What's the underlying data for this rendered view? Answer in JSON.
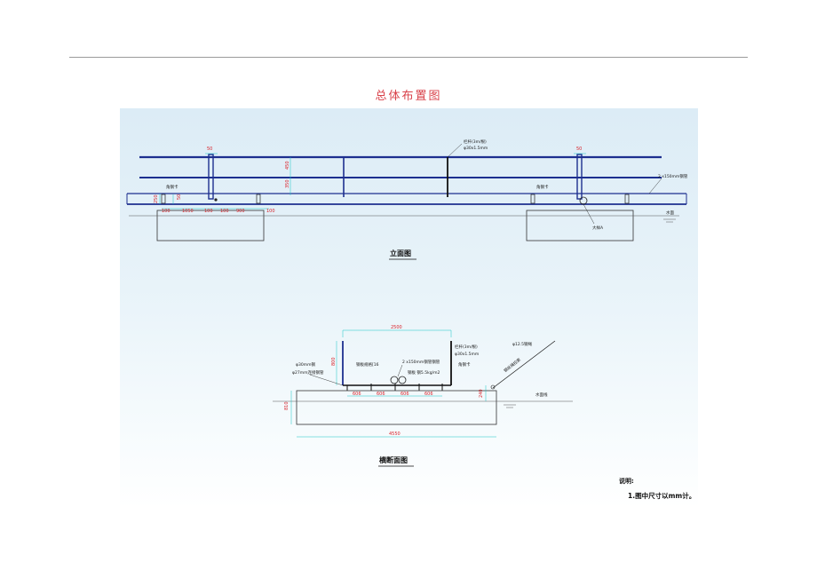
{
  "page": {
    "title": "总体布置图"
  },
  "elevation": {
    "caption": "立面图",
    "dims": {
      "post_width_left": "50",
      "post_width_right": "50",
      "upper_gap": "450",
      "lower_gap": "350",
      "base_height": "250",
      "side_height": "50",
      "span_a": "100",
      "span_b": "1050",
      "span_c": "100",
      "span_d": "100",
      "span_e": "900",
      "span_f": "100"
    },
    "labels": {
      "rail_spec_1": "栏杆(3m/根)",
      "rail_spec_2": "φ30x1.5mm",
      "pipe_label": "2 x150mm钢管",
      "anchor_left": "角钢卡",
      "anchor_right": "角钢卡",
      "detail_ref": "大样A",
      "water_level": "水面"
    }
  },
  "section": {
    "caption": "横断面图",
    "dims": {
      "top_width": "2500",
      "post_height": "800",
      "s1": "606",
      "s2": "606",
      "s3": "606",
      "s4": "606",
      "edge_height": "240",
      "deck_height": "810",
      "total_width": "4550"
    },
    "labels": {
      "left_1": "φ30mm钢",
      "left_2": "φ27mm连接钢管",
      "deck_bar": "钢板规格[16",
      "pipes": "2 x150mm钢管钢管",
      "plate": "钢板 钢5.5kg/m2",
      "rail_1": "栏杆(3m/根)",
      "rail_2": "φ30x1.5mm",
      "rail_3": "角钢卡",
      "cable": "φ12.5钢绳",
      "cable_diag": "钢丝绳拉索",
      "water": "水面线"
    }
  },
  "notes": {
    "title": "说明:",
    "item1": "1.图中尺寸以mm计。"
  }
}
